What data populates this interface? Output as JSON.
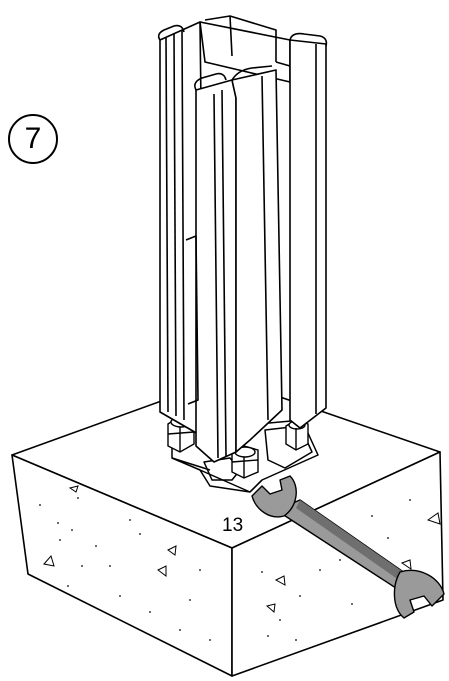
{
  "step": {
    "number": "7"
  },
  "wrench": {
    "size_label": "13",
    "icon": "open-end-wrench"
  },
  "colors": {
    "outline": "#000000",
    "wrench_fill": "#9a9a9a",
    "wrench_dark": "#6f6f6f",
    "background": "#ffffff"
  }
}
